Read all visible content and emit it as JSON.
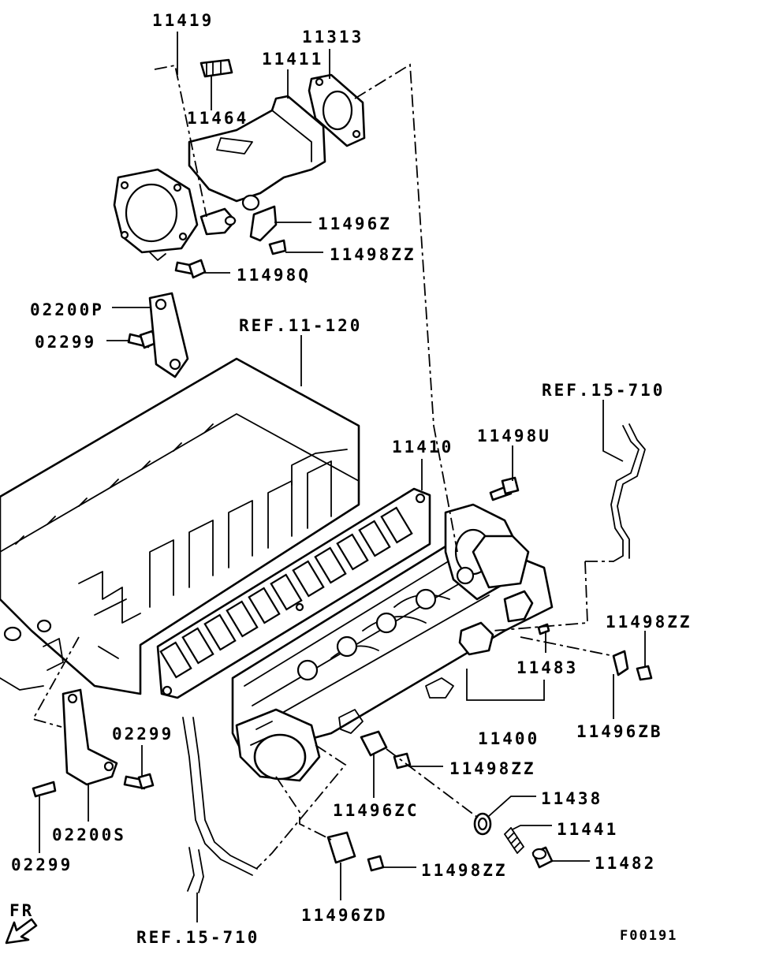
{
  "diagram": {
    "part_numbers": {
      "p11419": "11419",
      "p11313": "11313",
      "p11411": "11411",
      "p11464": "11464",
      "p11496Z": "11496Z",
      "p11498ZZ_top": "11498ZZ",
      "p11498Q": "11498Q",
      "p02200P": "02200P",
      "p02299_left": "02299",
      "ref_11_120": "REF.11-120",
      "ref_15_710_top": "REF.15-710",
      "p11498U": "11498U",
      "p11410": "11410",
      "p11498ZZ_right": "11498ZZ",
      "p11483": "11483",
      "p11400": "11400",
      "p11496ZB": "11496ZB",
      "p02299_mid": "02299",
      "p11498ZZ_mid": "11498ZZ",
      "p11496ZC": "11496ZC",
      "p11438": "11438",
      "p11441": "11441",
      "p02200S": "02200S",
      "p02299_bottom": "02299",
      "p11482": "11482",
      "p11498ZZ_bottom": "11498ZZ",
      "p11496ZD": "11496ZD",
      "ref_15_710_bottom": "REF.15-710"
    },
    "front_marker": "FR",
    "figure_code": "F00191"
  }
}
